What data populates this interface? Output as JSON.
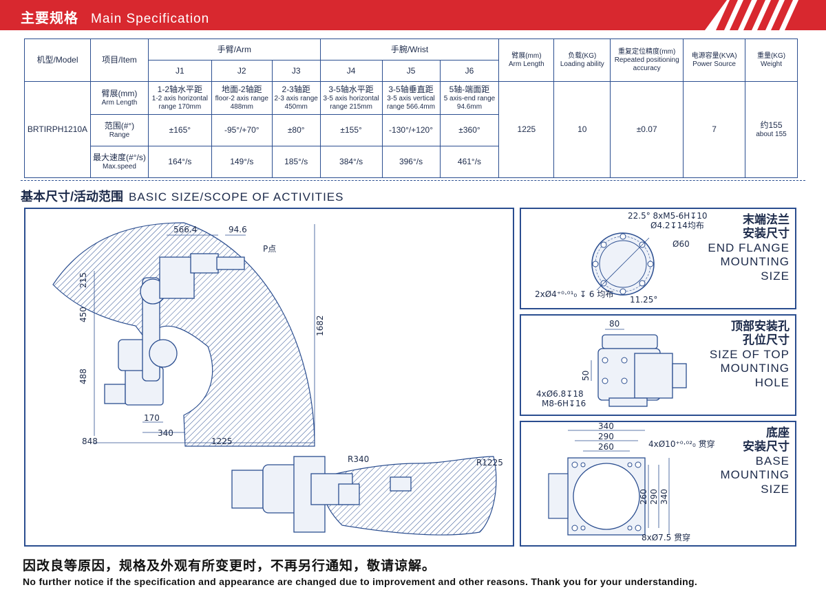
{
  "header": {
    "title_zh": "主要规格",
    "title_en": "Main Specification"
  },
  "table": {
    "model_header": "机型/Model",
    "item_header": "项目/Item",
    "arm_group": "手臂/Arm",
    "wrist_group": "手腕/Wrist",
    "joints": [
      "J1",
      "J2",
      "J3",
      "J4",
      "J5",
      "J6"
    ],
    "arm_length_header": [
      "臂展(mm)",
      "Arm Length"
    ],
    "loading_header": [
      "负载(KG)",
      "Loading ability"
    ],
    "repeat_header": [
      "重复定位精度(mm)",
      "Repeated positioning",
      "accuracy"
    ],
    "power_header": [
      "电源容量(KVA)",
      "Power Source"
    ],
    "weight_header": [
      "重量(KG)",
      "Weight"
    ],
    "model": "BRTIRPH1210A",
    "rows": {
      "arm_length": {
        "label_zh": "臂展(mm)",
        "label_en": "Arm Length",
        "cells": [
          [
            "1-2轴水平距",
            "1-2 axis horizontal",
            "range 170mm"
          ],
          [
            "地面-2轴距",
            "floor-2 axis range",
            "488mm"
          ],
          [
            "2-3轴距",
            "2-3 axis range",
            "450mm"
          ],
          [
            "3-5轴水平距",
            "3-5 axis horizontal",
            "range 215mm"
          ],
          [
            "3-5轴垂直距",
            "3-5 axis vertical",
            "range 566.4mm"
          ],
          [
            "5轴-端面距",
            "5 axis-end range",
            "94.6mm"
          ]
        ]
      },
      "range": {
        "label_zh": "范围(#°)",
        "label_en": "Range",
        "cells": [
          "±165°",
          "-95°/+70°",
          "±80°",
          "±155°",
          "-130°/+120°",
          "±360°"
        ]
      },
      "speed": {
        "label_zh": "最大速度(#°/s)",
        "label_en": "Max.speed",
        "cells": [
          "164°/s",
          "149°/s",
          "185°/s",
          "384°/s",
          "396°/s",
          "461°/s"
        ]
      }
    },
    "arm_length_value": "1225",
    "loading_value": "10",
    "repeat_value": "±0.07",
    "power_value": "7",
    "weight_value": "约155",
    "weight_value_en": "about 155"
  },
  "section2": {
    "title_zh": "基本尺寸/活动范围",
    "title_en": "BASIC SIZE/SCOPE OF ACTIVITIES"
  },
  "main_drawing": {
    "dims": {
      "d566": "566.4",
      "d94": "94.6",
      "p_point": "P点",
      "d215": "215",
      "d450": "450",
      "d488": "488",
      "d1682": "1682",
      "d170": "170",
      "d340": "340",
      "d848": "848",
      "d1225": "1225",
      "r340": "R340",
      "r1225": "R1225"
    }
  },
  "flange_panel": {
    "label_zh": [
      "末端法兰",
      "安装尺寸"
    ],
    "label_en": [
      "END FLANGE",
      "MOUNTING",
      "SIZE"
    ],
    "callout1": "22.5°  8xM5-6H↧10",
    "callout2": "Ø4.2↧14均布",
    "callout3": "Ø60",
    "callout4": "2xØ4⁺⁰·⁰¹₀ ↧ 6 均布",
    "callout5": "11.25°"
  },
  "top_panel": {
    "label_zh": [
      "顶部安装孔",
      "孔位尺寸"
    ],
    "label_en": [
      "SIZE OF TOP",
      "MOUNTING",
      "HOLE"
    ],
    "d80": "80",
    "d50": "50",
    "callout1": "4xØ6.8↧18",
    "callout2": "M8-6H↧16"
  },
  "base_panel": {
    "label_zh": [
      "底座",
      "安装尺寸"
    ],
    "label_en": [
      "BASE",
      "MOUNTING",
      "SIZE"
    ],
    "d340": "340",
    "d290": "290",
    "d260": "260",
    "callout1": "4xØ10⁺⁰·⁰²₀ 贯穿",
    "callout2": "8xØ7.5 贯穿"
  },
  "footer": {
    "zh": "因改良等原因，规格及外观有所变更时，不再另行通知，敬请谅解。",
    "en": "No further notice if the specification and appearance are changed due to improvement and other reasons. Thank you for your understanding."
  },
  "colors": {
    "accent": "#d8282f",
    "line": "#2a4d8f",
    "hatch": "#2a4d8f"
  }
}
